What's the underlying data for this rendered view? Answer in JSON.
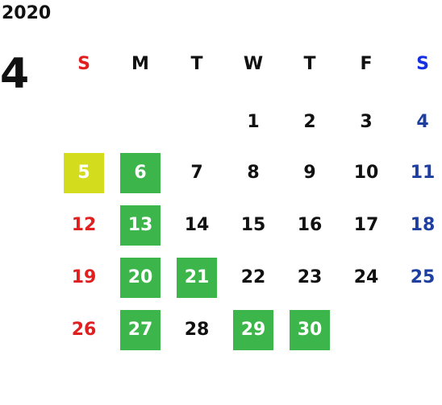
{
  "calendar": {
    "year": "2020",
    "month": "4",
    "weekdays": [
      "S",
      "M",
      "T",
      "W",
      "T",
      "F",
      "S"
    ],
    "first_weekday_index": 3,
    "days_in_month": 30,
    "highlights": {
      "5": "yellow",
      "6": "green",
      "13": "green",
      "20": "green",
      "21": "green",
      "27": "green",
      "29": "green",
      "30": "green"
    }
  },
  "colors": {
    "sunday": "#e02020",
    "saturday": "#1f3fa0",
    "saturday_header": "#1530e0",
    "weekday": "#111111",
    "green": "#3cb54a",
    "yellow": "#d4dc1e",
    "highlight_text": "#ffffff"
  }
}
